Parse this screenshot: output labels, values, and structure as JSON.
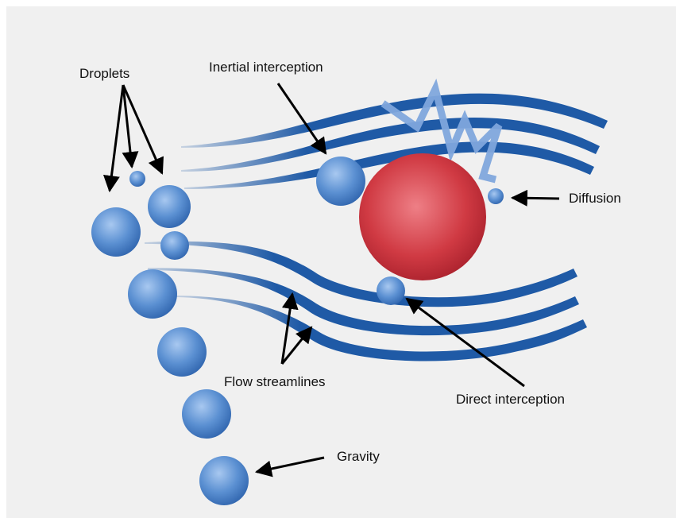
{
  "labels": {
    "droplets": "Droplets",
    "inertial_interception": "Inertial interception",
    "diffusion": "Diffusion",
    "flow_streamlines": "Flow streamlines",
    "direct_interception": "Direct interception",
    "gravity": "Gravity"
  },
  "colors": {
    "background": "#f0f0f0",
    "streamline": "#1f5aa6",
    "droplet": "#4f86cc",
    "collector": "#c8323a",
    "diffusion_path": "#7fa6dc",
    "arrow": "#000000",
    "text": "#111111"
  }
}
